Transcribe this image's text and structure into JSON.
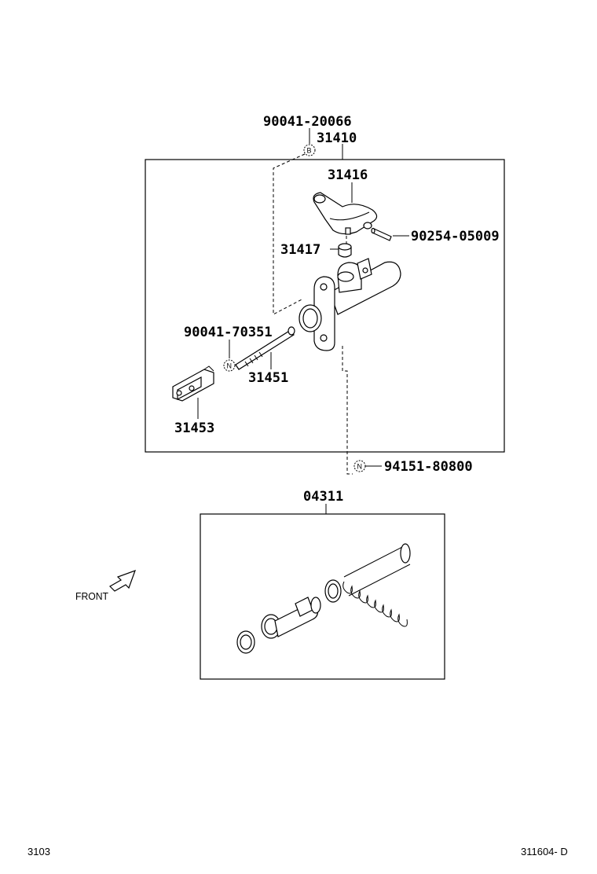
{
  "labels": {
    "p90041_20066": "90041-20066",
    "p31410": "31410",
    "p31416": "31416",
    "p90254_05009": "90254-05009",
    "p31417": "31417",
    "p90041_70351": "90041-70351",
    "p31451": "31451",
    "p31453": "31453",
    "p94151_80800": "94151-80800",
    "p04311": "04311",
    "front": "FRONT"
  },
  "symbols": {
    "b_mark": "B",
    "n_mark_1": "N",
    "n_mark_2": "N"
  },
  "footer": {
    "left": "3103",
    "right": "311604- D"
  }
}
